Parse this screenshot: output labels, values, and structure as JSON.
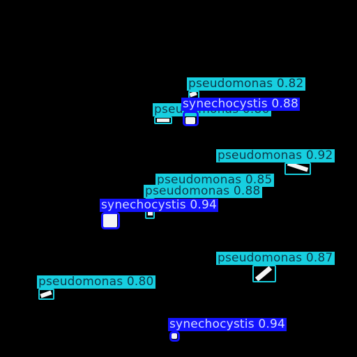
{
  "image": {
    "background": "#000000"
  },
  "classes": {
    "pseudomonas": {
      "color": "#17cfe0",
      "text_color": "#0d3a4a"
    },
    "synechocystis": {
      "color": "#1414ff",
      "text_color": "#d4dcff"
    }
  },
  "detections": [
    {
      "label": "pseudomonas 0.82"
    },
    {
      "label": "pseudomonas 0.86"
    },
    {
      "label": "synechocystis 0.88"
    },
    {
      "label": "pseudomonas 0.92"
    },
    {
      "label": "pseudomonas 0.85"
    },
    {
      "label": "pseudomonas 0.88"
    },
    {
      "label": "synechocystis 0.94"
    },
    {
      "label": "pseudomonas 0.87"
    },
    {
      "label": "pseudomonas 0.80"
    },
    {
      "label": "synechocystis 0.94"
    }
  ]
}
